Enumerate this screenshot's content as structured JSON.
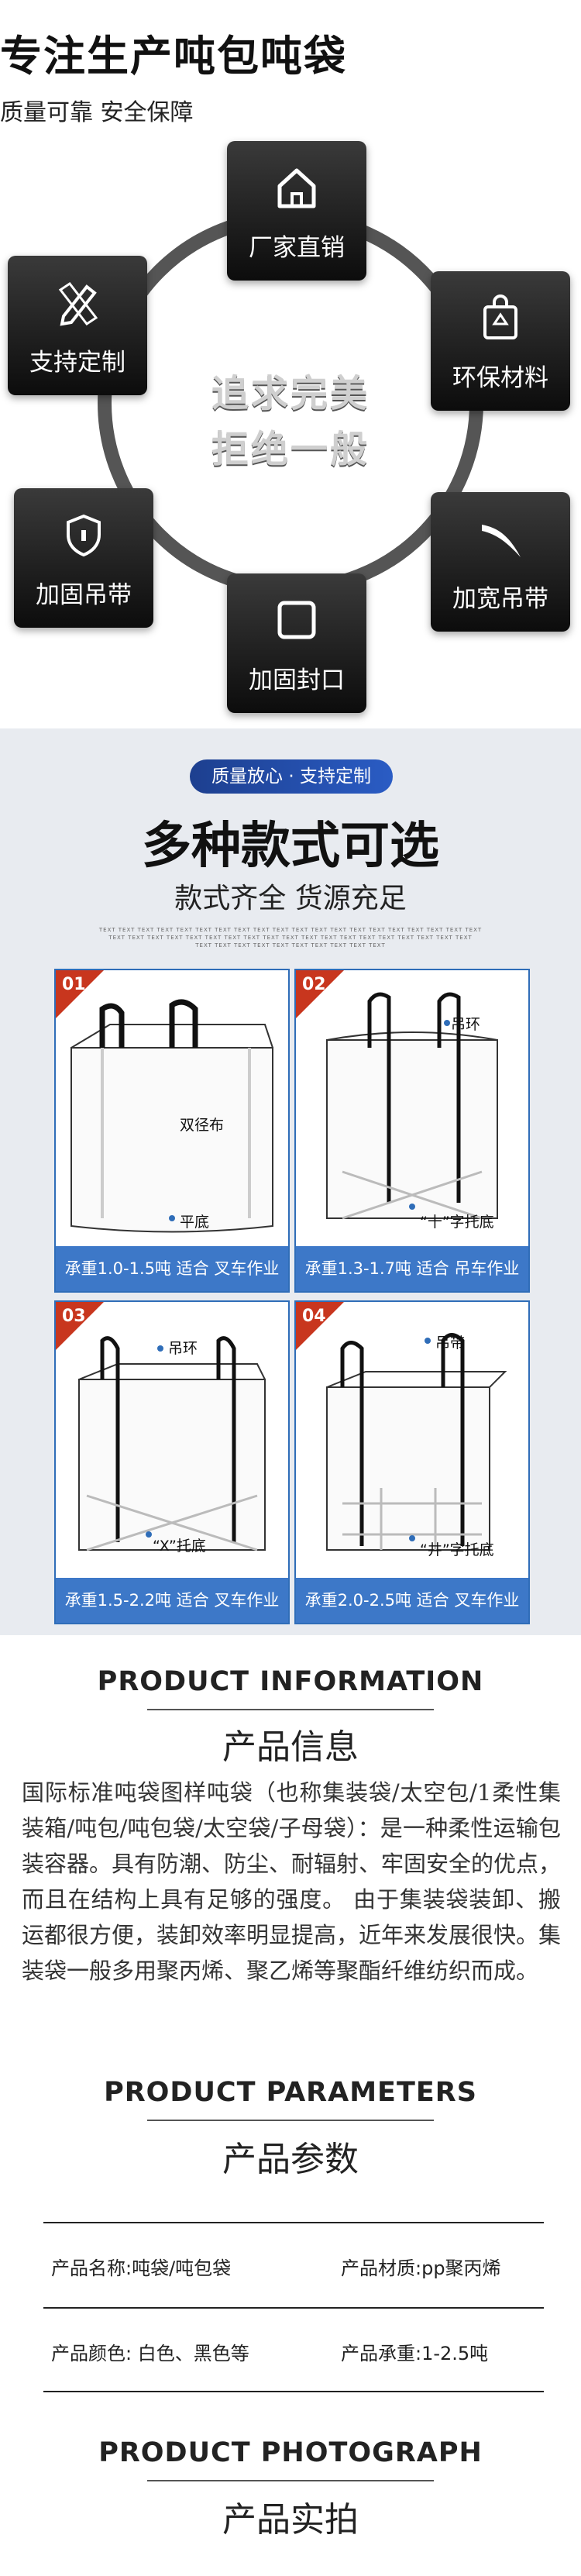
{
  "hero": {
    "title": "专注生产吨包吨袋",
    "subtitle": "质量可靠  安全保障",
    "center_line1": "追求完美",
    "center_line2": "拒绝一般",
    "nodes": [
      {
        "label": "厂家直销",
        "icon": "house-icon"
      },
      {
        "label": "环保材料",
        "icon": "recycle-bag-icon"
      },
      {
        "label": "加宽吊带",
        "icon": "strap-curve-icon"
      },
      {
        "label": "加固封口",
        "icon": "square-seal-icon"
      },
      {
        "label": "加固吊带",
        "icon": "shield-icon"
      },
      {
        "label": "支持定制",
        "icon": "pencil-ruler-icon"
      }
    ]
  },
  "styles": {
    "badge": "质量放心 · 支持定制",
    "title": "多种款式可选",
    "subtitle": "款式齐全  货源充足",
    "tiny_lines": [
      "TEXT TEXT TEXT TEXT TEXT TEXT TEXT TEXT TEXT TEXT TEXT TEXT TEXT TEXT TEXT TEXT TEXT TEXT TEXT TEXT",
      "TEXT TEXT TEXT TEXT TEXT TEXT TEXT TEXT TEXT TEXT TEXT TEXT TEXT TEXT TEXT TEXT TEXT TEXT TEXT",
      "TEXT TEXT TEXT TEXT TEXT TEXT TEXT TEXT TEXT TEXT"
    ],
    "cards": [
      {
        "num": "01",
        "tags": [
          "双径布",
          "平底"
        ],
        "footer": "承重1.0-1.5吨 适合 叉车作业"
      },
      {
        "num": "02",
        "tags": [
          "吊环",
          "“十”字托底"
        ],
        "footer": "承重1.3-1.7吨 适合 吊车作业"
      },
      {
        "num": "03",
        "tags": [
          "吊环",
          "“X”托底"
        ],
        "footer": "承重1.5-2.2吨 适合 叉车作业"
      },
      {
        "num": "04",
        "tags": [
          "吊带",
          "“井”字托底"
        ],
        "footer": "承重2.0-2.5吨 适合 叉车作业"
      }
    ]
  },
  "info": {
    "en": "PRODUCT INFORMATION",
    "cn": "产品信息",
    "body": "国际标准吨袋图样吨袋（也称集装袋/太空包/1柔性集装箱/吨包/吨包袋/太空袋/子母袋）：是一种柔性运输包装容器。具有防潮、防尘、耐辐射、牢固安全的优点，而且在结构上具有足够的强度。 由于集装袋装卸、搬运都很方便，装卸效率明显提高，近年来发展很快。集装袋一般多用聚丙烯、聚乙烯等聚酯纤维纺织而成。"
  },
  "params": {
    "en": "PRODUCT PARAMETERS",
    "cn": "产品参数",
    "rows": [
      [
        "产品名称:吨袋/吨包袋",
        "产品材质:pp聚丙烯"
      ],
      [
        "产品颜色: 白色、黑色等",
        "产品承重:1-2.5吨"
      ]
    ]
  },
  "photo": {
    "en": "PRODUCT PHOTOGRAPH",
    "cn": "产品实拍"
  }
}
